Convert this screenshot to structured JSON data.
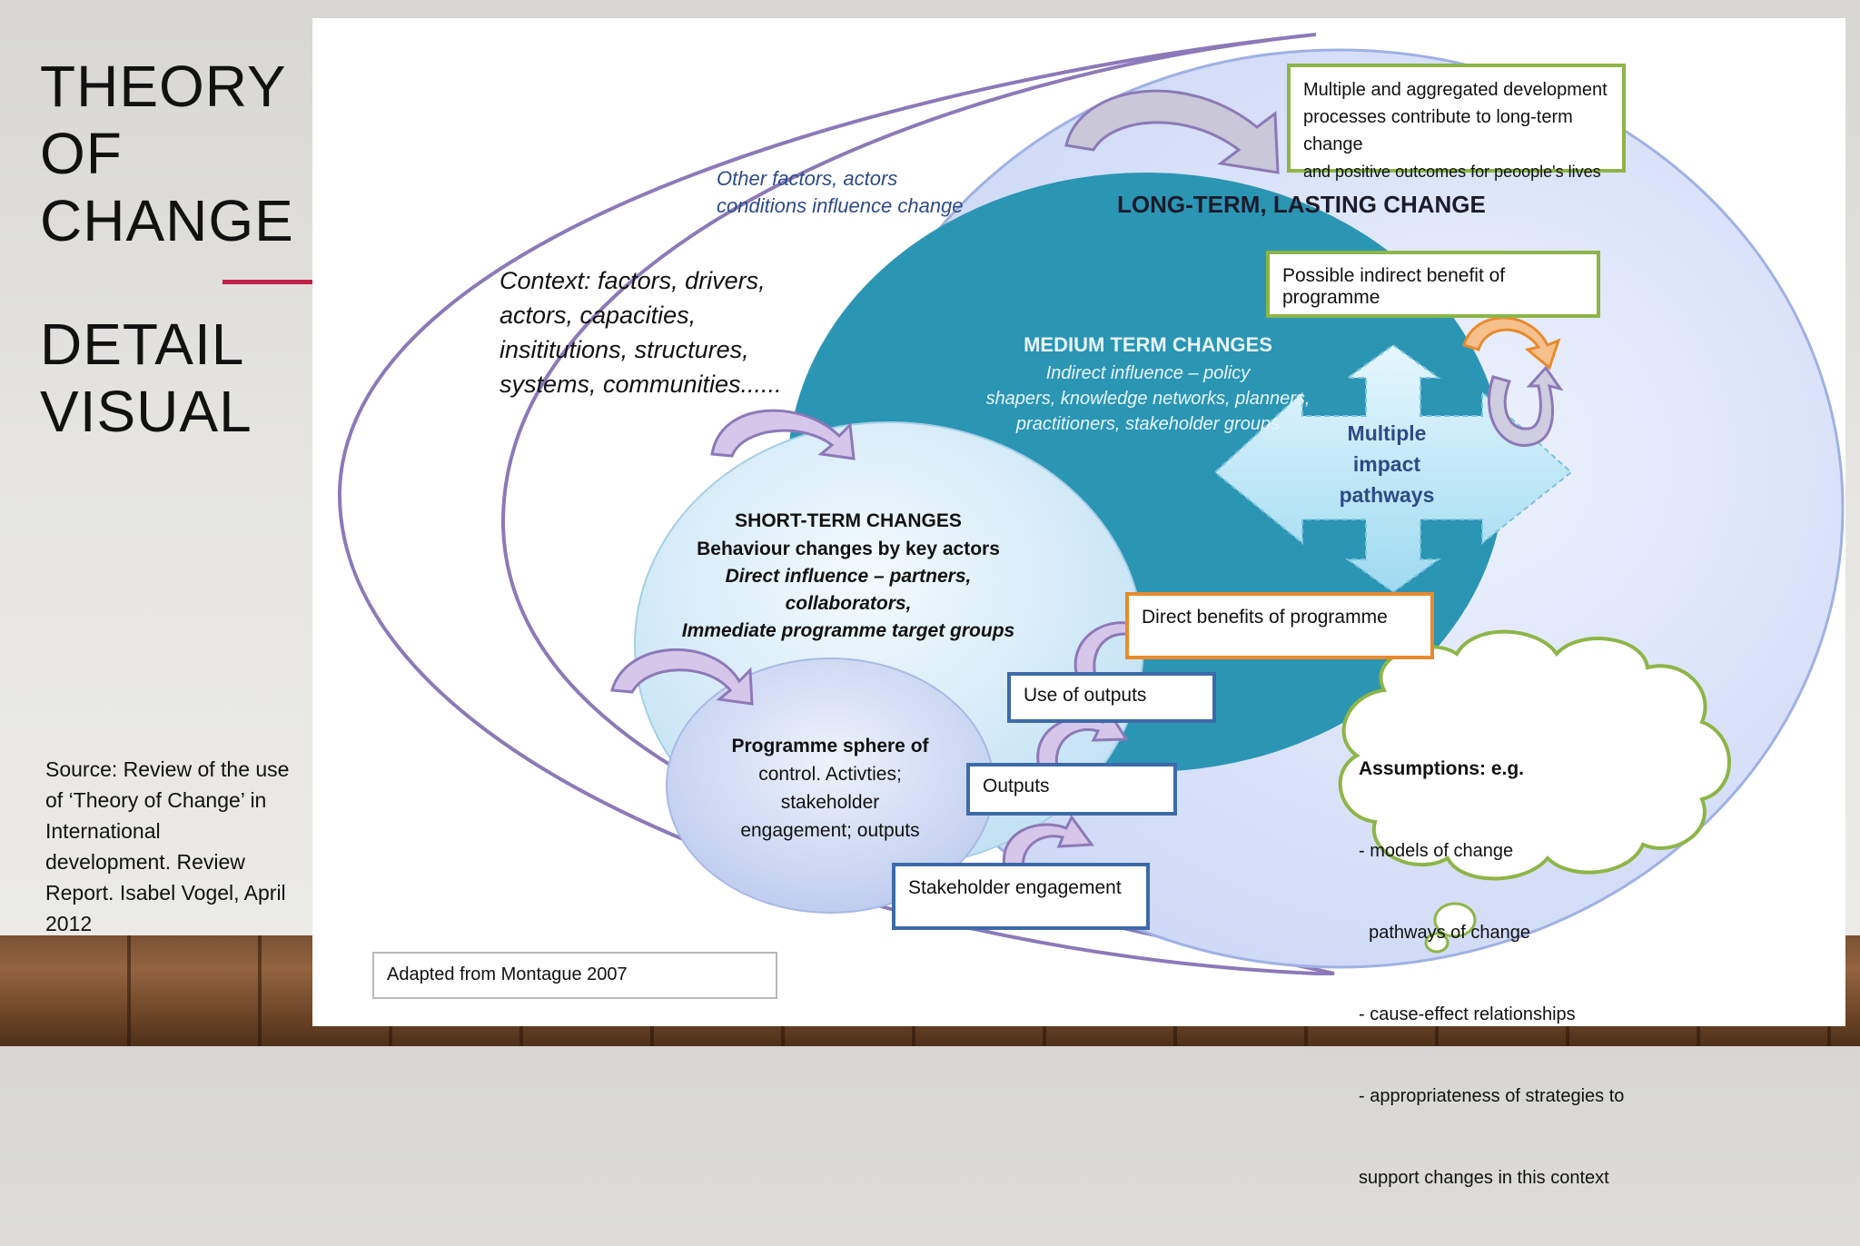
{
  "slide": {
    "title_lines": [
      "THEORY",
      "OF",
      "CHANGE"
    ],
    "subtitle_lines": [
      "DETAIL",
      "VISUAL"
    ],
    "source": "Source: Review of the use of ‘Theory of Change’ in International development. Review Report. Isabel Vogel, April 2012"
  },
  "diagram": {
    "long_term_box": [
      "Multiple and aggregated development",
      "processes contribute to long-term change",
      "and positive outcomes for peoople's lives"
    ],
    "long_term_title": "LONG-TERM, LASTING CHANGE",
    "other_factors": [
      "Other factors, actors",
      "conditions influence change"
    ],
    "context": [
      "Context: factors, drivers,",
      "actors, capacities,",
      "insititutions, structures,",
      "systems, communities......"
    ],
    "indirect_benefit": "Possible indirect benefit of programme",
    "medium_term": {
      "title": "MEDIUM TERM CHANGES",
      "lines": [
        "Indirect influence – policy",
        "shapers, knowledge networks, planners,",
        "practitioners, stakeholder groups"
      ]
    },
    "pathways": [
      "Multiple",
      "impact",
      "pathways"
    ],
    "short_term": {
      "title": "SHORT-TERM CHANGES",
      "line1": "Behaviour changes by key actors",
      "italic": [
        "Direct influence – partners,",
        "collaborators,",
        "Immediate programme target groups"
      ]
    },
    "direct_benefits": "Direct benefits of programme",
    "use_of_outputs": "Use of  outputs",
    "outputs": "Outputs",
    "stakeholder": "Stakeholder engagement",
    "sphere": {
      "title": "Programme  sphere of",
      "lines": [
        "control. Activties;",
        "stakeholder",
        "engagement; outputs"
      ]
    },
    "assumptions": {
      "title": "Assumptions: e.g.",
      "lines": [
        "- models of change",
        "  pathways of change",
        "- cause-effect relationships",
        "- appropriateness of strategies to",
        "support changes in this context"
      ]
    },
    "adapted": "Adapted from Montague 2007"
  },
  "colors": {
    "accent": "#c21f4b",
    "outer_ellipse": "#dbe4fb",
    "medium": "#2b95b4",
    "short": "#d5ecf8",
    "sphere": "#c9d6f3",
    "outline": "#8c79b8",
    "green": "#8db547",
    "orange": "#e88a2c",
    "blue": "#3d6aa8"
  }
}
